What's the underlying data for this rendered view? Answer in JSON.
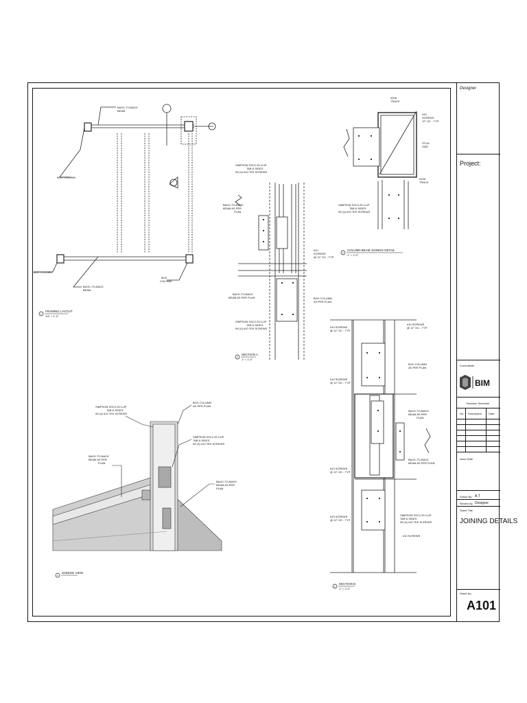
{
  "title_block": {
    "designer_label": "Designer",
    "project_label": "Project:",
    "consultants_label": "Consultants",
    "revision_schedule_label": "Revision Schedule",
    "rev_no_label": "No.",
    "rev_description_label": "Description",
    "rev_date_label": "Date",
    "issue_date_label": "Issue Date",
    "drawn_by_label": "Drawn By",
    "drawn_by_value": "A.T",
    "reviewed_by_label": "Review By",
    "reviewed_by_value": "Designer",
    "sheet_title_label": "Sheet Title",
    "sheet_title": "JOINING DETAILS",
    "sheet_number_label": "Sheet No.",
    "sheet_number": "A101",
    "logo_text": "BIM"
  },
  "framing_layout": {
    "back_to_back_beam_top": [
      "BACK-TO-BACK",
      "BEAM"
    ],
    "box_column_left": "BOX COLUMN",
    "box_column_bottom_left": "BOX COLUMN",
    "back_to_back_beam_bottom": [
      "BACK-TO-BACK",
      "BEAM"
    ],
    "box_column_bottom_right": [
      "BOX",
      "COLUMN"
    ],
    "view_title": "FRAMING LAYOUT",
    "view_scale": "1/4\" = 1'-0\"",
    "view_number": "1"
  },
  "section_a": {
    "clip_label_top": [
      "SIMPSON SSC2.25 CLIP",
      "TAB & SIDES",
      "W/ (4) #10 TEK SCREWS"
    ],
    "back_to_back_left": [
      "BACK-TO-BACK",
      "BEAM AS PER",
      "PLAN"
    ],
    "screws_right": [
      "#10",
      "SCREWS",
      "@ 12\" OC - TYP"
    ],
    "back_to_back_lower": [
      "BACK-TO-BACK",
      "BEAM AS PER PLAN"
    ],
    "box_column_right": [
      "BOX COLUMN",
      "AS PER PLAN"
    ],
    "clip_label_bottom": [
      "SIMPSON SSC2.25 CLIP",
      "TAB & SIDES",
      "W/ (4) #10 TEK SCREWS"
    ],
    "view_title": "SECTION A",
    "view_scale": "1\" = 1'-0\"",
    "view_number": "2"
  },
  "column_beam_detail": {
    "track_top": [
      "#10A",
      "TRACK"
    ],
    "screws_right": [
      "#10",
      "SCREWS",
      "12\" OC - TYP"
    ],
    "stud_size": [
      "STUD",
      "SIZE"
    ],
    "track_bottom": [
      "#10A",
      "TRACK"
    ],
    "clip_label": [
      "SIMPSON SSC2.25 CLIP",
      "TAB & SIDES",
      "W/ (4) #10 TEK SCREWS"
    ],
    "view_title": "COLUMN BEAM JOINING DETAIL",
    "view_scale": "1\" = 1'-0\"",
    "view_number": "3"
  },
  "joining_view": {
    "clip_label_left": [
      "SIMPSON SSC2.25 CLIP",
      "TAB & SIDES",
      "W/ (4) #10 TEK SCREWS"
    ],
    "box_column": [
      "BOX COLUMN",
      "AS PER PLAN"
    ],
    "clip_label_right": [
      "SIMPSON SSC2.25 CLIP",
      "TAB & SIDES",
      "W/ (4) #10 TEK SCREWS"
    ],
    "back_to_back_left": [
      "BACK-TO-BACK",
      "BEAM AS PER",
      "PLAN"
    ],
    "back_to_back_right": [
      "BACK-TO-BACK",
      "BEAM AS PER",
      "PLAN"
    ],
    "view_title": "JOINING VIEW",
    "view_number": "4"
  },
  "section_b": {
    "screws_top_left": [
      "#10 SCREWS",
      "@ 12\" OC - TYP"
    ],
    "screws_top_right": [
      "#10 SCREWS",
      "@ 12\" OC - TYP"
    ],
    "box_column": [
      "BOX COLUMN",
      "AS PER PLAN"
    ],
    "screws_mid_left": [
      "#10 SCREWS",
      "@ 12\" OC - TYP"
    ],
    "back_to_back_upper": [
      "BACK-TO-BACK",
      "BEAM AS PER",
      "PLAN"
    ],
    "screws_lower_left": [
      "#10 SCREWS",
      "@ 12\" OC - TYP"
    ],
    "back_to_back_lower": [
      "BACK-TO-BACK",
      "BEAM AS PER PLAN"
    ],
    "screws_bottom_left": [
      "#10 SCREWS",
      "@ 12\" OC - TYP"
    ],
    "clip_label": [
      "SIMPSON SSC2.25 CLIP",
      "TAB & SIDES",
      "W/ (4) #10 TEK SCREWS"
    ],
    "screws_bottom_right": "#10 SCREWS",
    "view_title": "SECTION B",
    "view_scale": "1\" = 1'-0\"",
    "view_number": "5"
  }
}
